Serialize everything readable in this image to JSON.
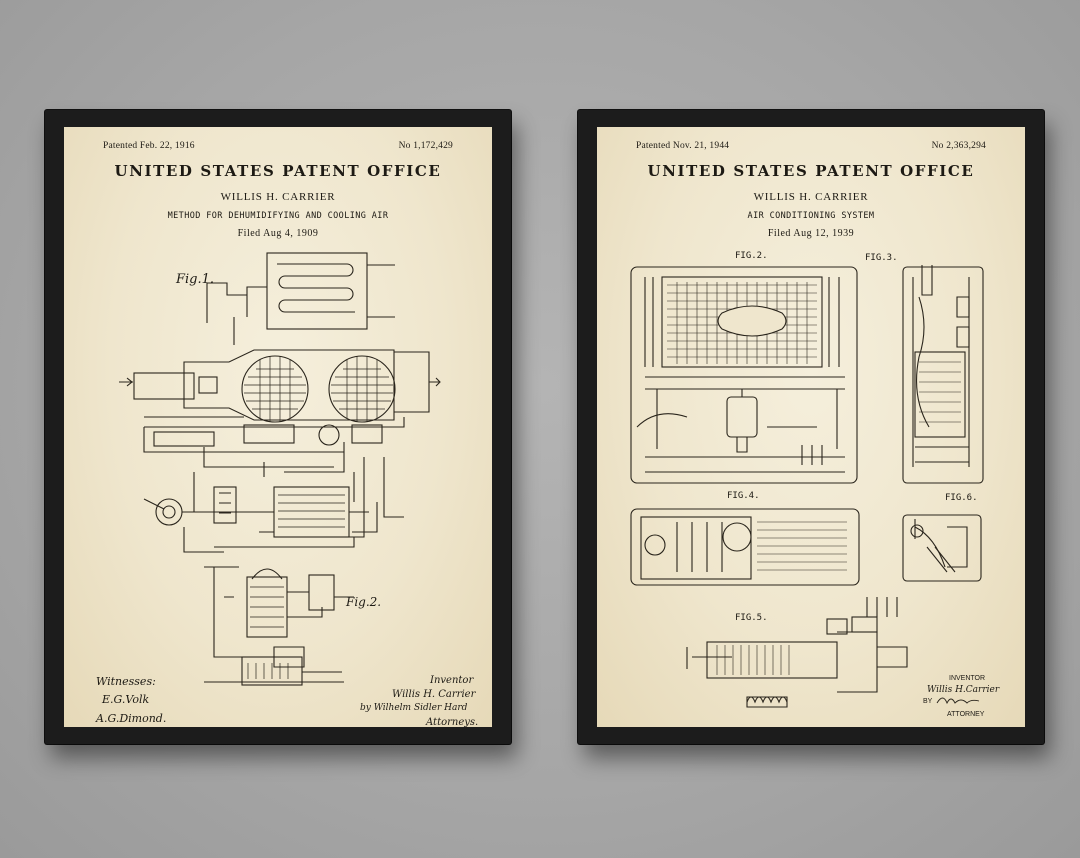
{
  "left_poster": {
    "patented": "Patented Feb. 22, 1916",
    "number": "No 1,172,429",
    "office": "UNITED STATES PATENT OFFICE",
    "inventor": "WILLIS H. CARRIER",
    "subject": "METHOD FOR DEHUMIDIFYING AND COOLING AIR",
    "filed": "Filed Aug 4, 1909",
    "fig1": "Fig.1.",
    "fig2": "Fig.2.",
    "witnesses_label": "Witnesses:",
    "witness1": "E.G.Volk",
    "witness2": "A.G.Dimond.",
    "inventor_label": "Inventor",
    "inventor_sig": "Willis H. Carrier",
    "by_sig": "by Wilhelm Sidler Hard",
    "attorneys": "Attorneys."
  },
  "right_poster": {
    "patented": "Patented Nov. 21, 1944",
    "number": "No 2,363,294",
    "office": "UNITED STATES PATENT OFFICE",
    "inventor": "WILLIS H. CARRIER",
    "subject": "AIR CONDITIONING SYSTEM",
    "filed": "Filed Aug 12, 1939",
    "fig2": "FIG.2.",
    "fig3": "FIG.3.",
    "fig4": "FIG.4.",
    "fig5": "FIG.5.",
    "fig6": "FIG.6.",
    "inventor_label": "INVENTOR",
    "inventor_sig": "Willis H.Carrier",
    "by_label": "BY",
    "attorney": "ATTORNEY"
  }
}
